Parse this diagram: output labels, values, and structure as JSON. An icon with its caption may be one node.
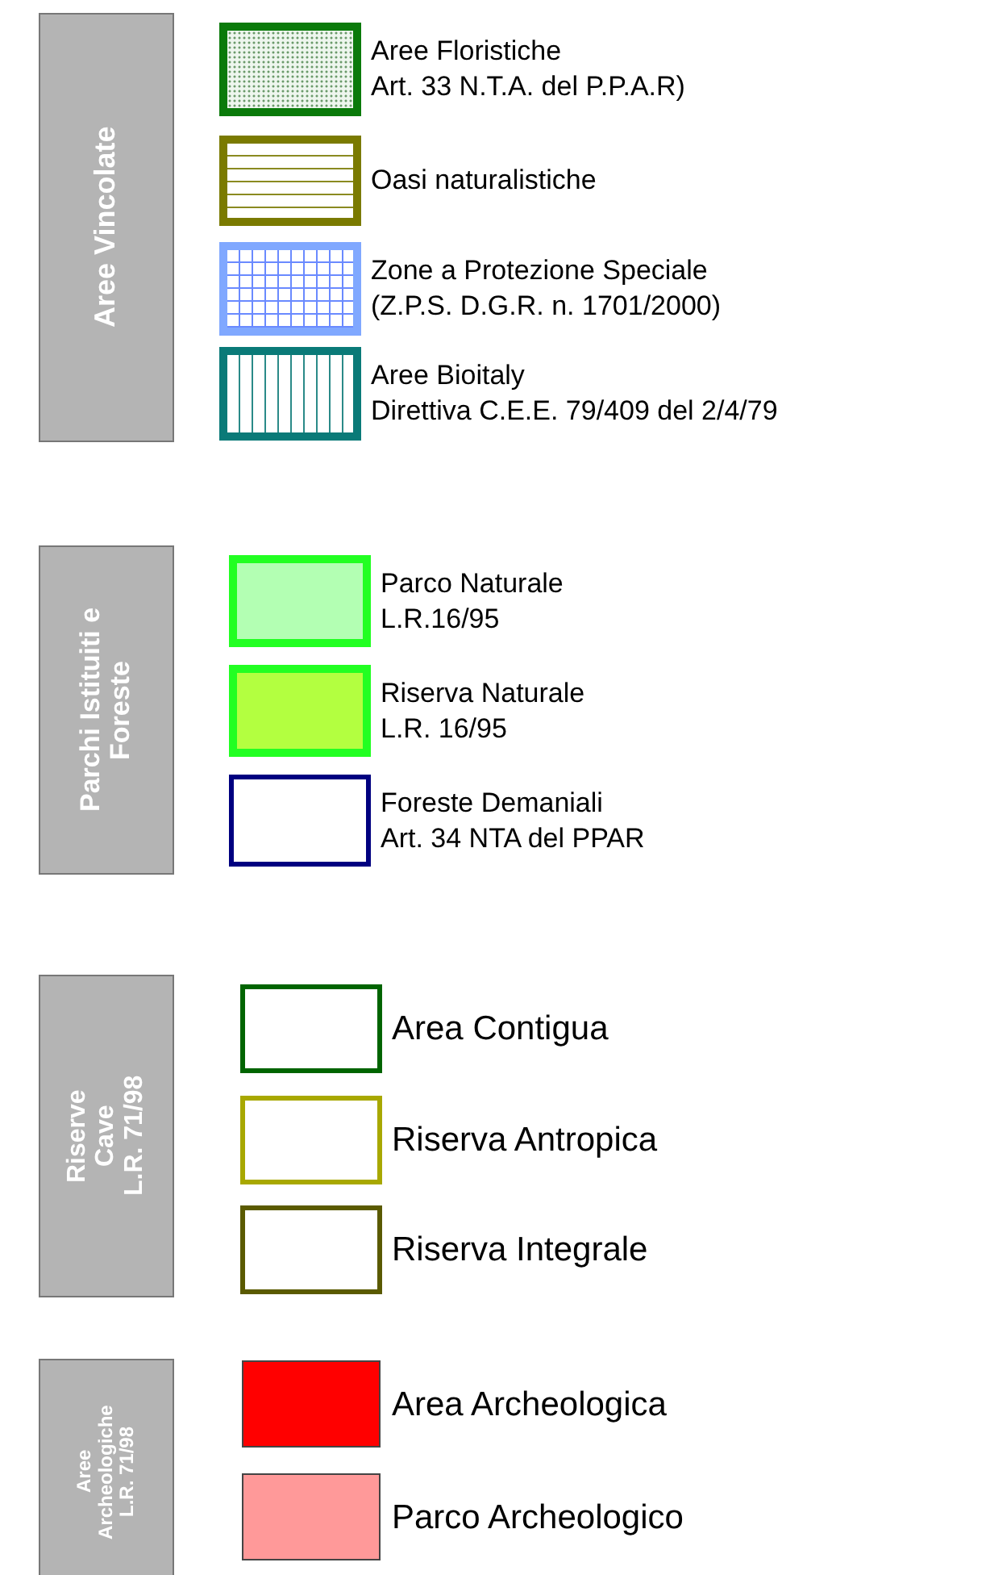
{
  "diagram": {
    "labels": [
      "Aree Vincolate",
      "Parchi Istituiti e Foreste",
      "Riserve Cave L.R. 71/98",
      "Aree Archeologiche L.R. 71/98"
    ],
    "legend": [
      {
        "text": "Aree Floristiche Art. 33 N.T.A. del P.P.A.R)"
      },
      {
        "text": "Oasi naturalistiche"
      },
      {
        "text": "Zone a Protezione Speciale (Z.P.S. D.G.R. n. 1701/2000)"
      },
      {
        "text": "Aree Bioitaly Direttiva C.E.E. 79/409 del 2/4/79"
      },
      {
        "text": "Parco Naturale L.R.16/95",
        "color": "#b3ffb3"
      },
      {
        "text": "Riserva Naturale L.R. 16/95",
        "color": "#b3ff40"
      },
      {
        "text": "Foreste Demaniali Art. 34 NTA del PPAR"
      },
      {
        "text": "Area Contigua"
      },
      {
        "text": "Riserva Antropica"
      },
      {
        "text": "Riserva Integrale"
      },
      {
        "text": "Area Archeologica",
        "color": "#ff0000"
      },
      {
        "text": "Parco Archeologico",
        "color": "#ff9999"
      }
    ]
  }
}
